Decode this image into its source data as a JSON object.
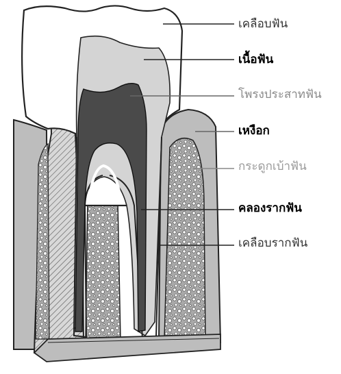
{
  "labels": {
    "enamel": "เคลือบฟัน",
    "dentin": "เนื้อฟัน",
    "pulp": "โพรงประสาทฟัน",
    "gum": "เหงือก",
    "bone": "กระดูกเบ้าฟัน",
    "root_canal": "คลองรากฟัน",
    "cementum": "เคลือบรากฟัน"
  },
  "colors": {
    "enamel": "#ffffff",
    "dentin": "#d4d4d4",
    "pulp": "#4a4a4a",
    "gum": "#bdbdbd",
    "bone": "#9e9e9e",
    "outline": "#222222"
  }
}
